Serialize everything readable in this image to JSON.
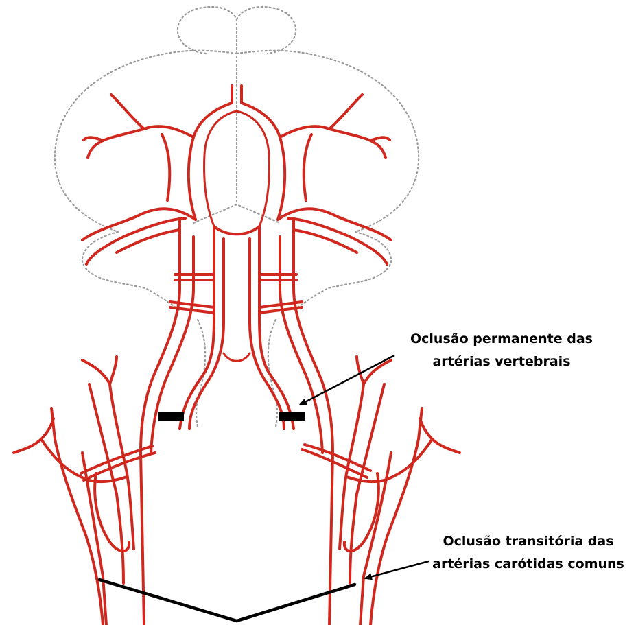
{
  "annotations": {
    "vertebral_line1": "Oclusão permanente das",
    "vertebral_line2": "artérias vertebrais",
    "carotid_line1": "Oclusão transitória das",
    "carotid_line2": "artérias carótidas comuns"
  },
  "colors": {
    "artery": "#d0281e",
    "brain_outline": "#9a9a9a",
    "occlusion_marker": "#000000",
    "background": "#ffffff"
  }
}
